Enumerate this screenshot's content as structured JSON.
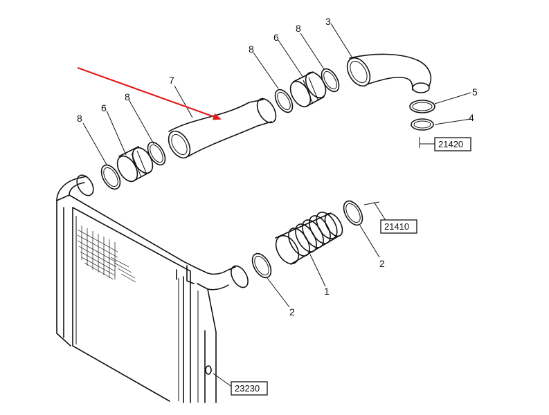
{
  "callouts": {
    "c1": "1",
    "c2a": "2",
    "c2b": "2",
    "c3": "3",
    "c4": "4",
    "c5": "5",
    "c6a": "6",
    "c6b": "6",
    "c7": "7",
    "c8a": "8",
    "c8b": "8",
    "c8c": "8",
    "c8d": "8"
  },
  "refs": {
    "r21420": "21420",
    "r21410": "21410",
    "r23230": "23230"
  },
  "colors": {
    "pointer_arrow": "#e11a1a",
    "line": "#111111"
  }
}
